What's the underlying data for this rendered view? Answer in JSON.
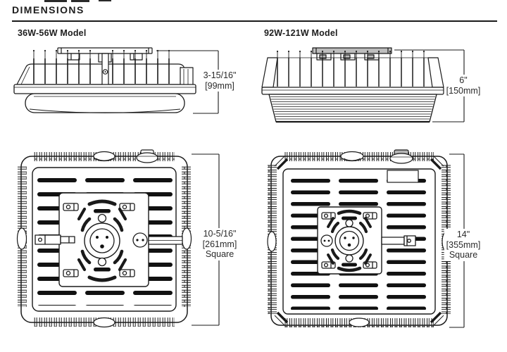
{
  "header": {
    "title": "DIMENSIONS"
  },
  "models": [
    {
      "name": "36W-56W Model",
      "side_view": {
        "height_in": "3-15/16\"",
        "height_mm": "[99mm]"
      },
      "bottom_view": {
        "width_in": "10-5/16\"",
        "width_mm": "[261mm]",
        "shape": "Square"
      }
    },
    {
      "name": "92W-121W Model",
      "side_view": {
        "height_in": "6\"",
        "height_mm": "[150mm]"
      },
      "bottom_view": {
        "width_in": "14\"",
        "width_mm": "[355mm]",
        "shape": "Square"
      }
    }
  ],
  "colors": {
    "line": "#1a1a1a",
    "text": "#2b2b2b",
    "mount_plate_gray": "#bdbdbd"
  }
}
